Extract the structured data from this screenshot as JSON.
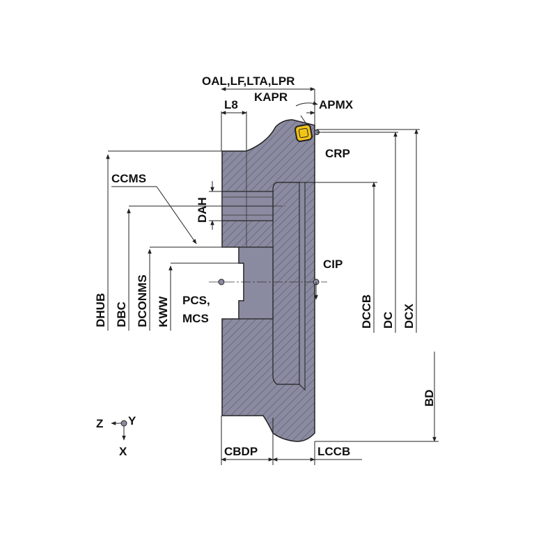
{
  "labels": {
    "oal": "OAL,LF,LTA,LPR",
    "kapr": "KAPR",
    "apmx": "APMX",
    "l8": "L8",
    "crp": "CRP",
    "ccms": "CCMS",
    "dah": "DAH",
    "cip": "CIP",
    "pcs": "PCS,",
    "mcs": "MCS",
    "dhub": "DHUB",
    "dbc": "DBC",
    "dconms": "DCONMS",
    "kww": "KWW",
    "dccb": "DCCB",
    "dc": "DC",
    "dcx": "DCX",
    "bd": "BD",
    "cbdp": "CBDP",
    "lccb": "LCCB",
    "axis_z": "Z",
    "axis_y": "Y",
    "axis_x": "X"
  },
  "colors": {
    "body": "#8a8aa0",
    "hatch": "#5e5e74",
    "insert": "#f2c418",
    "outline": "#222222"
  },
  "icons": {
    "insert": "square-insert-icon",
    "origin": "coordinate-origin-icon"
  }
}
